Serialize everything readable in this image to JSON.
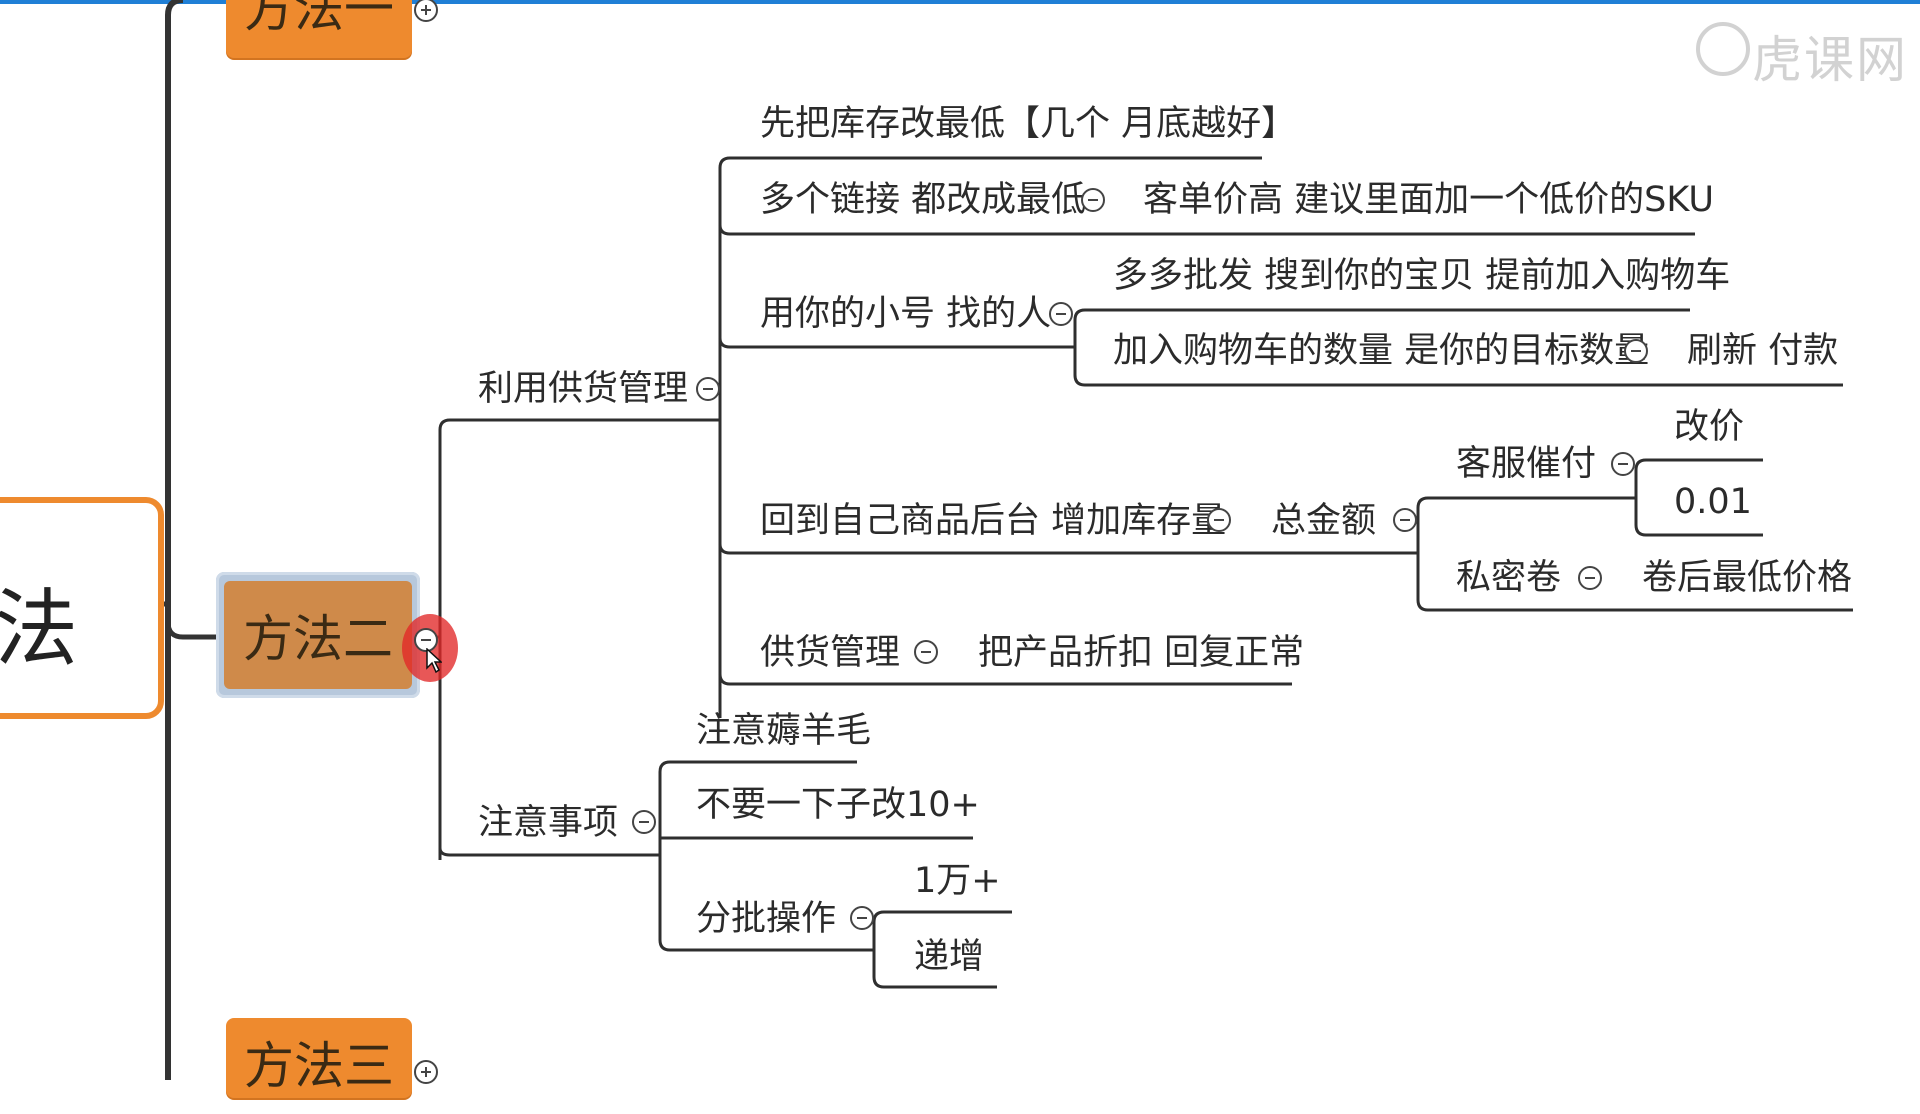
{
  "watermark": "虎课网",
  "root": {
    "label": "法"
  },
  "methods": {
    "top": "方法一",
    "selected": "方法二",
    "bottom": "方法三"
  },
  "branches": {
    "supply": {
      "label": "利用供货管理",
      "children": {
        "c1": "先把库存改最低【几个 月底越好】",
        "c2": "多个链接 都改成最低",
        "c2_note": "客单价高 建议里面加一个低价的SKU",
        "c3": "用你的小号 找的人",
        "c3_a": "多多批发 搜到你的宝贝 提前加入购物车",
        "c3_b": "加入购物车的数量 是你的目标数量",
        "c3_b_note": "刷新 付款",
        "c4": "回到自己商品后台 增加库存量",
        "c4_total": "总金额",
        "c4_service": "客服催付",
        "c4_service_a": "改价",
        "c4_service_b": "0.01",
        "c4_coupon": "私密卷",
        "c4_coupon_note": "卷后最低价格",
        "c5": "供货管理",
        "c5_note": "把产品折扣 回复正常"
      }
    },
    "notes": {
      "label": "注意事项",
      "children": {
        "n1": "注意薅羊毛",
        "n2": "不要一下子改10+",
        "n3": "分批操作",
        "n3_a": "1万+",
        "n3_b": "递增"
      }
    }
  }
}
